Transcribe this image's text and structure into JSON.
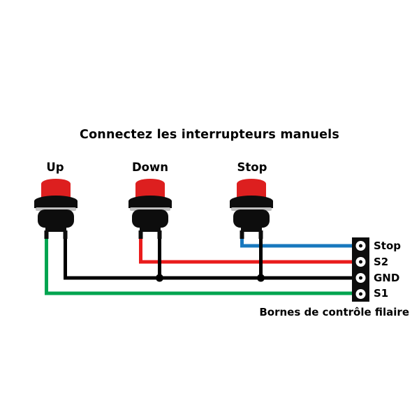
{
  "title": "Connectez les interrupteurs manuels",
  "buttons": [
    {
      "label": "Up"
    },
    {
      "label": "Down"
    },
    {
      "label": "Stop"
    }
  ],
  "terminal_block": {
    "labels": [
      {
        "label": "Stop"
      },
      {
        "label": "S2"
      },
      {
        "label": "GND"
      },
      {
        "label": "S1"
      }
    ],
    "caption": "Bornes de contrôle filaire"
  },
  "colors": {
    "button_cap": "#dd1f1f",
    "button_body": "#0d0d0d",
    "metal_ring": "#bfbfbf",
    "wire_stop": "#1878be",
    "wire_s2": "#ea1c1c",
    "wire_gnd": "#000000",
    "wire_s1": "#00a550"
  }
}
